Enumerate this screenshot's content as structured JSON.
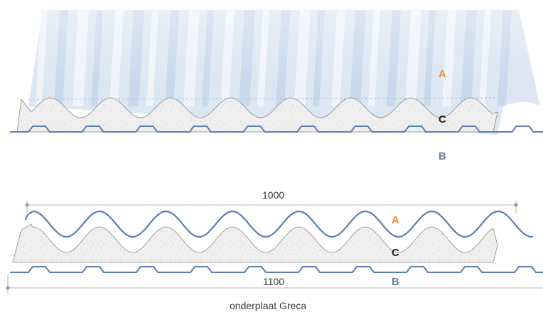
{
  "labels": {
    "a": "A",
    "b": "B",
    "c": "C"
  },
  "dimensions": {
    "inner_width": "1000",
    "outer_width": "1100"
  },
  "caption": "onderplaat Greca",
  "colors": {
    "label_a": "#f0882a",
    "label_b": "#6e7f93",
    "label_c": "#1e1e1e",
    "steel_profile": "#5a7fb0",
    "sheet_light": "#eaf2f9",
    "sheet_shade": "#b7cde2",
    "insulation": "#efefef",
    "dimension_line": "#9a9a9a"
  }
}
